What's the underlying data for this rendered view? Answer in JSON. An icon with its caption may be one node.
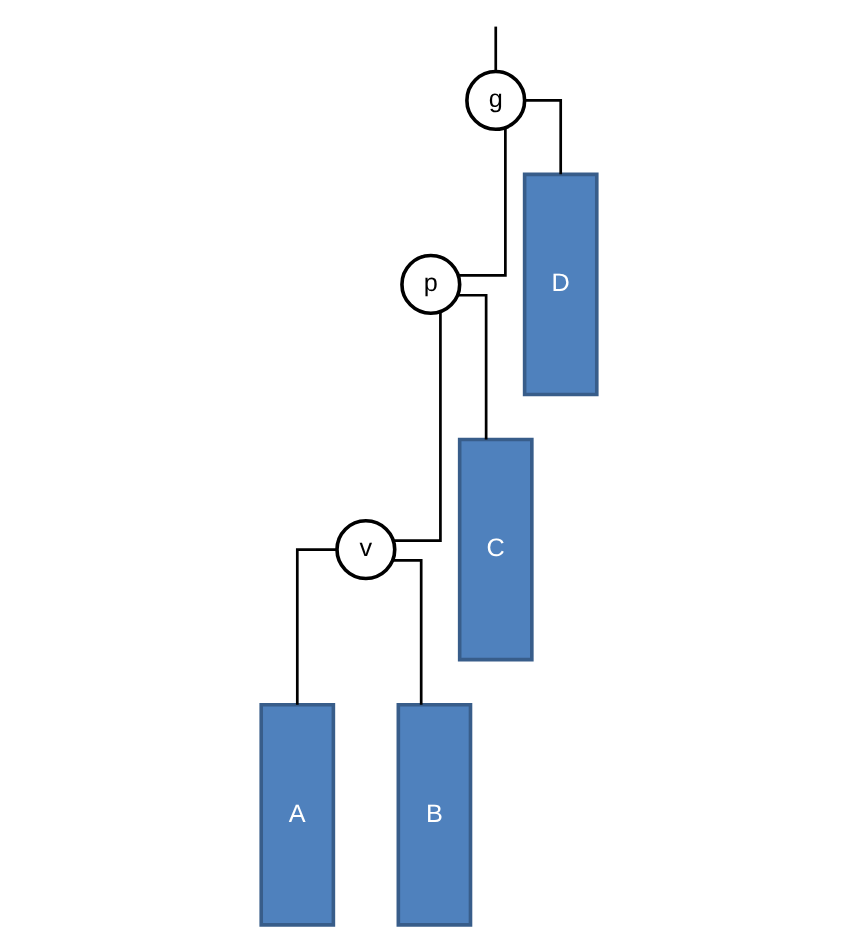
{
  "diagram": {
    "nodes": [
      {
        "text": [
          "g"
        ]
      },
      {
        "text": [
          "p"
        ]
      },
      {
        "text": [
          "D"
        ]
      },
      {
        "text": [
          "v"
        ]
      },
      {
        "text": [
          "C"
        ]
      },
      {
        "text": [
          "A"
        ]
      },
      {
        "text": [
          "B"
        ]
      }
    ],
    "edges": [
      {
        "from": null,
        "to": 0,
        "arrow": "none"
      },
      {
        "from": 0,
        "to": 1,
        "arrow": "none"
      },
      {
        "from": 0,
        "to": 2,
        "arrow": "none"
      },
      {
        "from": 1,
        "to": 3,
        "arrow": "none"
      },
      {
        "from": 1,
        "to": 4,
        "arrow": "none"
      },
      {
        "from": 3,
        "to": 5,
        "arrow": "none"
      },
      {
        "from": 3,
        "to": 6,
        "arrow": "none"
      }
    ]
  }
}
